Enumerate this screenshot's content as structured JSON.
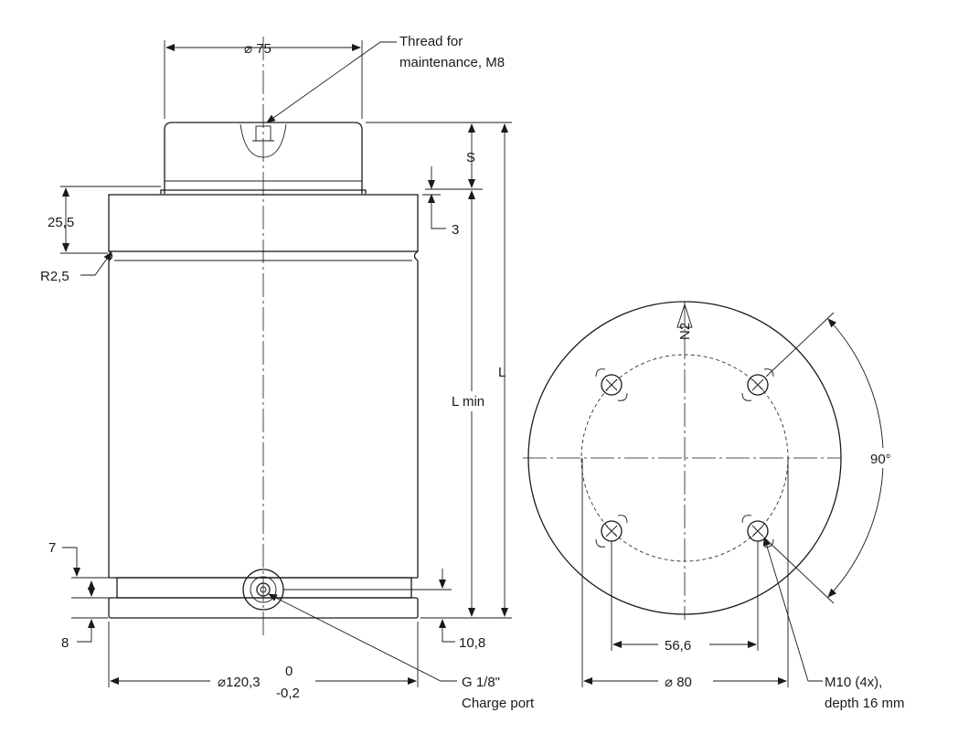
{
  "side_view": {
    "dim_top_diameter": "⌀ 75",
    "thread_note_line1": "Thread for",
    "thread_note_line2": "maintenance, M8",
    "dim_stroke": "S",
    "dim_top_offset": "3",
    "dim_collar_height": "25,5",
    "dim_radius": "R2,5",
    "dim_total_length": "L",
    "dim_min_length": "L min",
    "dim_groove": "7",
    "dim_base": "8",
    "dim_port_height": "10,8",
    "dim_body_diameter": "⌀120,3",
    "tol_upper": "0",
    "tol_lower": "-0,2",
    "port_note_line1": "G 1/8\"",
    "port_note_line2": "Charge port"
  },
  "end_view": {
    "angle_label": "90°",
    "dim_hole_spacing": "56,6",
    "dim_pcd_diameter": "⌀ 80",
    "hole_note_line1": "M10 (4x),",
    "hole_note_line2": "depth 16 mm",
    "nameplate_mark": "N2"
  }
}
